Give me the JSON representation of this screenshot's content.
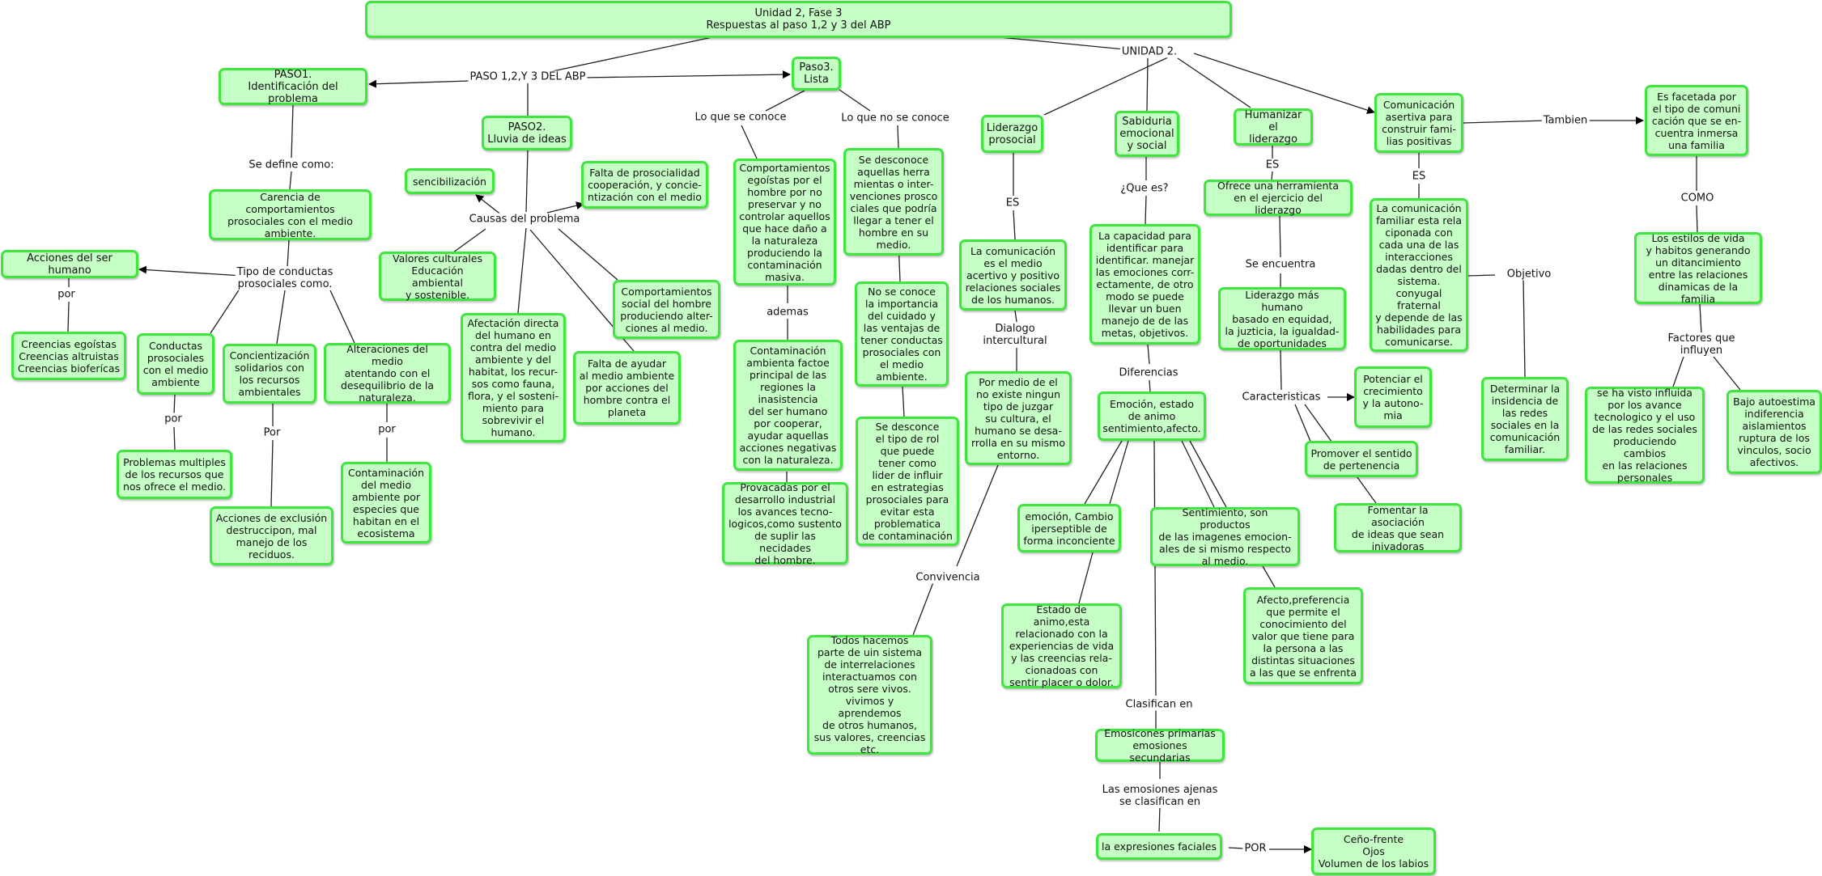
{
  "nodes": {
    "root": "Unidad 2, Fase 3\nRespuestas al paso 1,2 y 3 del ABP",
    "paso1": "PASO1.\nIdentificación del problema",
    "paso2": "PASO2.\nLluvia de ideas",
    "paso3": "Paso3.\nLista",
    "carencia": "Carencia de comportamientos\nprosociales con el medio\nambiente.",
    "acciones_ser": "Acciones del ser humano",
    "creencias": "Creencias egoístas\nCreencias altruistas\nCreencias bioferícas",
    "conductas": "Conductas\nprosociales\ncon el medio\nambiente",
    "concienciacion": "Concientización\nsolidarios con\nlos recursos\nambientales",
    "alteraciones": "Alteraciones del medio\natentando con el\ndesequilibrio de la\nnaturaleza.",
    "problemas": "Problemas multiples\nde los recursos que\nnos ofrece el medio.",
    "exclusion": "Acciones de exclusión\ndestruccipon, mal\nmanejo de los\nreciduos.",
    "contaminacion_medio": "Contaminación\ndel medio\nambiente por\nespecies que\nhabitan en el\necosistema",
    "sencibilizacion": "sencibilización",
    "falta_prosocial": "Falta de prosocialidad\ncooperación, y concie-\nntización con el medio",
    "valores": "Valores culturales\nEducación ambiental\ny sostenible.",
    "comp_social": "Comportamientos\nsocial del hombre\nproduciendo alter-\nciones al medio.",
    "afectacion": "Afectación directa\ndel humano en\ncontra del medio\nambiente y del\nhabitat, los recur-\nsos como fauna,\nflora, y el sosteni-\nmiento para\nsobrevivir el\nhumano.",
    "falta_ayudar": "Falta de ayudar\nal medio ambiente\npor acciones del\nhombre contra el\nplaneta",
    "comp_egoistas": "Comportamientos\negoístas por el\nhombre por no\npreservar y no\ncontrolar aquellos\nque hace daño a\nla naturaleza\nproduciendo la\ncontaminación\nmasiva.",
    "contaminacion_ambienta": "Contaminación\nambienta factoe\nprincipal de las\nregiones la\ninasistencia\ndel ser humano\npor cooperar,\nayudar aquellas\nacciones negativas\ncon la naturaleza.",
    "provocadas": "Provacadas por el\ndesarrollo industrial\nlos avances tecno-\nlogicos,como sustento\nde suplir las necidades\ndel hombre.",
    "desconoce1": "Se desconoce\naquellas herra\nmientas o inter-\nvenciones prosco\nciales que podría\nllegar a tener el\nhombre en su\nmedio.",
    "no_conoce": "No se conoce\nla importancia\ndel cuidado y\nlas ventajas de\ntener conductas\nprosociales con\nel medio\nambiente.",
    "desconoce2": "Se desconce\nel tipo de rol\nque puede\ntener como\nlider de influir\nen estrategias\nprosociales para\nevitar esta\nproblematica\nde contaminación",
    "liderazgo": "Liderazgo\nprosocial",
    "comunicacion_medio": "La comunicación\nes el medio\nacertivo y positivo\nrelaciones sociales\nde los humanos.",
    "por_medio": "Por medio de el\nno existe ningun\ntipo de juzgar\nsu cultura, el\nhumano se desa-\nrrolla en su mismo\nentorno.",
    "todos": "Todos hacemos\nparte de uin sistema\nde interrelaciones\ninteractuamos con\notros sere vivos.\nvivimos y aprendemos\nde otros humanos,\nsus valores, creencias\netc.",
    "sabiduria": "Sabiduria\nemocional\ny social",
    "capacidad": "La capacidad para\nidentificar para\nidentificar. manejar\nlas emociones corr-\nectamente, de otro\nmodo se puede\nllevar un buen\nmanejo de de las\nmetas, objetivos.",
    "emocion_estado": "Emoción, estado\nde animo\nsentimiento,afecto.",
    "emocion_cambio": "emoción, Cambio\niperseptible de\nforma inconciente",
    "estado_animo": "Estado de animo,esta\nrelacionado con la\nexperiencias de vida\ny las creencias rela-\ncionadoas con\nsentir placer o dolor.",
    "sentimiento": "Sentimiento, son productos\nde las imagenes emocion-\nales de si mismo respecto\nal medio.",
    "afecto": "Afecto,preferencia\nque permite el\nconocimiento del\nvalor que tiene para\nla persona a las\ndistintas situaciones\na las que se enfrenta",
    "emosiones": "Emosicones primarias\nemosiones secundarias",
    "expresiones": "la expresiones faciales",
    "cenofrente": "Ceño-frente\nOjos\nVolumen de los labios",
    "humanizar": "Humanizar el\nliderazgo",
    "ofrece": "Ofrece una herramienta\nen el ejercicio del liderazgo",
    "liderazgo_humano": "Liderazgo más humano\nbasado en equidad,\nla juzticia, la igualdad-\nde oportunidades",
    "potenciar": "Potenciar el\ncrecimiento\ny la autono-\nmia",
    "promover": "Promover el sentido\nde pertenencia",
    "fomentar": "Fomentar la asociación\nde ideas que sean\ninivadoras",
    "comunicacion_asertiva": "Comunicación\nasertiva para\nconstruir fami-\nlias positivas",
    "comunicacion_familiar": "La comunicación\nfamiliar esta rela\nciponada con\ncada una de las\ninteracciones\ndadas dentro del\nsistema.\nconyugal\nfraternal\ny depende de las\nhabilidades para\ncomunicarse.",
    "determinar": "Determinar la\ninsidencia de\nlas redes\nsociales en la\ncomunicación\nfamiliar.",
    "facetada": "Es facetada por\nel tipo de comuni\ncación que se en-\ncuentra inmersa\nuna familia",
    "estilos": "Los estilos de vida\ny habitos generando\nun ditancimiento\nentre las relaciones\ndinamicas de la familia",
    "influida": "se ha visto influida\npor los avance\ntecnologico y el uso\nde las redes sociales\nproduciendo cambios\nen las relaciones\npersonales",
    "bajo": "Bajo autoestima\nindiferencia\naislamientos\nruptura de los\nvinculos, socio\nafectivos."
  },
  "labels": {
    "paso_abp": "PASO 1,2,Y 3 DEL ABP",
    "unidad2": "UNIDAD 2.",
    "se_define": "Se define como:",
    "tipo_conductas": "Tipo de conductas\nprosociales como.",
    "por1": "por",
    "por2": "por",
    "por3": "Por",
    "por4": "por",
    "causas": "Causas del problema",
    "lo_que_se": "Lo que se conoce",
    "lo_que_no": "Lo que no se conoce",
    "ademas": "ademas",
    "es1": "ES",
    "dialogo": "Dialogo\nintercultural",
    "convivencia": "Convivencia",
    "que_es": "¿Que es?",
    "diferencias": "Diferencias",
    "clasifican": "Clasifican en",
    "las_emociones": "Las emosiones ajenas\nse clasifican en",
    "por_final": "POR",
    "es2": "ES",
    "se_encuentra": "Se encuentra",
    "caracteristicas": "Caracteristicas",
    "es3": "ES",
    "objetivo": "Objetivo",
    "tambien": "Tambien",
    "como": "COMO",
    "factores": "Factores que\ninfluyen"
  }
}
